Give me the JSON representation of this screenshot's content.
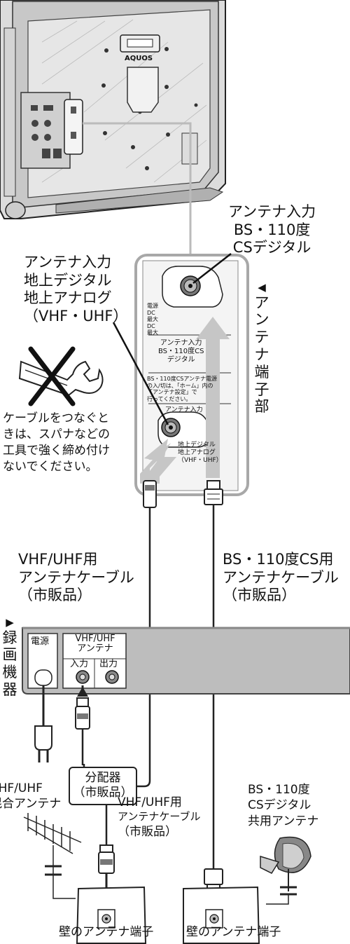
{
  "tv": {
    "brand": "AQUOS"
  },
  "labels": {
    "bs_input": [
      "アンテナ入力",
      "BS・110度",
      "CSデジタル"
    ],
    "terrestrial_input": [
      "アンテナ入力",
      "地上デジタル",
      "地上アナログ",
      "（VHF・UHF）"
    ],
    "antenna_terminal_section": [
      "◀",
      "ア",
      "ン",
      "テ",
      "ナ",
      "端",
      "子",
      "部"
    ],
    "wrench_caution": [
      "ケーブルをつなぐと",
      "きは、スパナなどの",
      "工具で強く締め付け",
      "ないでください。"
    ],
    "vhf_cable_top": [
      "VHF/UHF用",
      "アンテナケーブル",
      "（市販品）"
    ],
    "bs_cable": [
      "BS・110度CS用",
      "アンテナケーブル",
      "（市販品）"
    ],
    "recorder": [
      "▶",
      "録",
      "画",
      "機",
      "器"
    ],
    "splitter": [
      "分配器",
      "（市販品）"
    ],
    "vhf_cable_bottom": [
      "VHF/UHF用",
      "アンテナケーブル",
      "（市販品）"
    ],
    "vhf_antenna": [
      "VHF/UHF",
      "混合アンテナ"
    ],
    "bs_antenna": [
      "BS・110度",
      "CSデジタル",
      "共用アンテナ"
    ],
    "wall_terminal_left": "壁のアンテナ端子",
    "wall_terminal_right": "壁のアンテナ端子"
  },
  "panel": {
    "power_warning": [
      "電源",
      "DC",
      "最大",
      "DC",
      "最大"
    ],
    "bs_label": [
      "アンテナ入力",
      "BS・110度CS",
      "デジタル"
    ],
    "bs_note": [
      "BS・110度CSアンテナ電源",
      "の入/切は、「ホーム」内の",
      "「アンテナ設定」で",
      "行ってください。"
    ],
    "terr_header": "アンテナ入力",
    "terr_label": [
      "地上デジタル",
      "地上アナログ",
      "（VHF・UHF）"
    ]
  },
  "recorder_panel": {
    "power": "電源",
    "antenna_group": [
      "VHF/UHF",
      "アンテナ"
    ],
    "input": "入力",
    "output": "出力"
  }
}
